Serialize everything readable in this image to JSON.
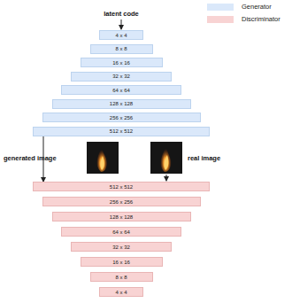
{
  "diagram": {
    "nodes": [
      {
        "text": [
          "4 x 4"
        ]
      },
      {
        "text": [
          "8 x 8"
        ]
      },
      {
        "text": [
          "16 x 16"
        ]
      },
      {
        "text": [
          "32 x 32"
        ]
      },
      {
        "text": [
          "64 x 64"
        ]
      },
      {
        "text": [
          "128 x 128"
        ]
      },
      {
        "text": [
          "256 x 256"
        ]
      },
      {
        "text": [
          "512 x 512"
        ]
      },
      {
        "text": [
          "512 x 512"
        ]
      },
      {
        "text": [
          "256 x 256"
        ]
      },
      {
        "text": [
          "128 x 128"
        ]
      },
      {
        "text": [
          "64 x 64"
        ]
      },
      {
        "text": [
          "32 x 32"
        ]
      },
      {
        "text": [
          "16 x 16"
        ]
      },
      {
        "text": [
          "8 x 8"
        ]
      },
      {
        "text": [
          "4 x 4"
        ]
      }
    ],
    "edges": [
      {
        "from": 7,
        "to": 8,
        "arrow": "to"
      }
    ],
    "labels": [
      "latent code",
      "generated image",
      "real image"
    ],
    "legend": [
      {
        "text": "Generator",
        "color": "#dae8fa"
      },
      {
        "text": "Discriminator",
        "color": "#f8d3d3"
      }
    ]
  }
}
